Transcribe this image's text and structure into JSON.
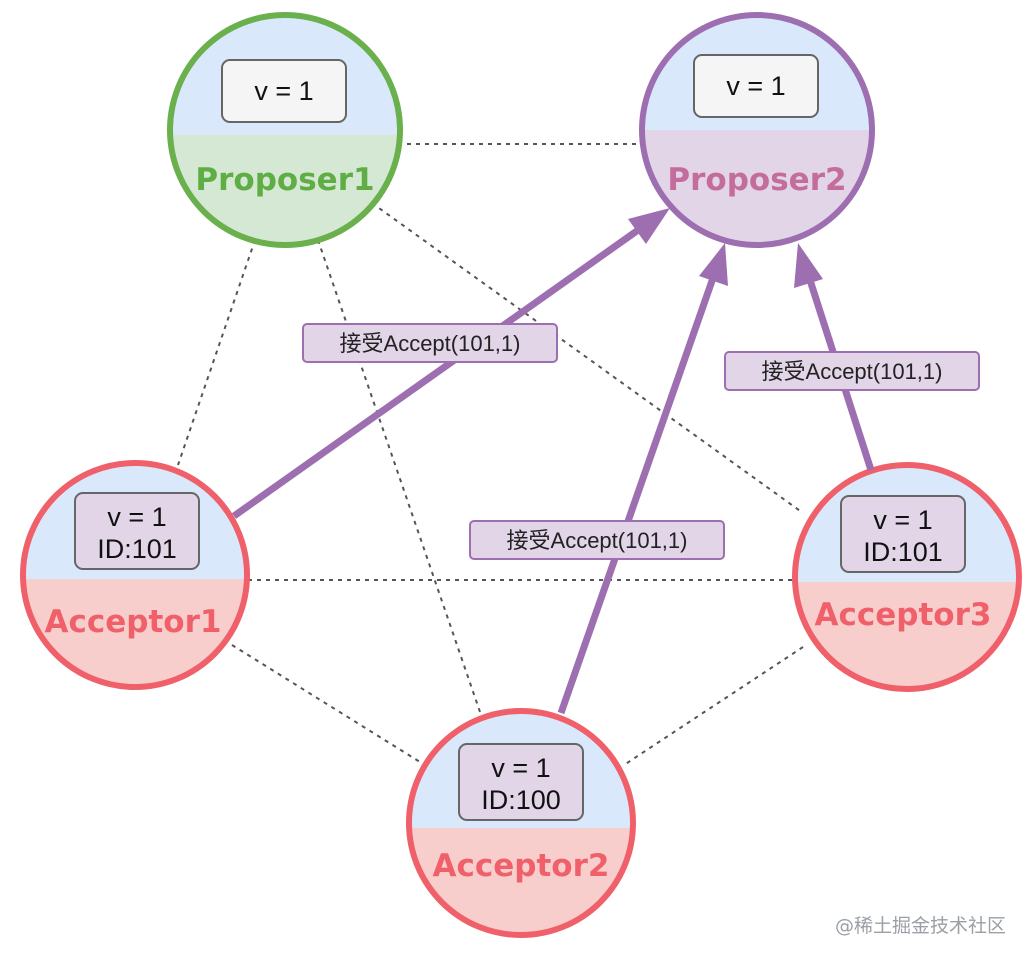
{
  "nodes": {
    "proposer1": {
      "title": "Proposer1",
      "value_line1": "v = 1",
      "value_line2": ""
    },
    "proposer2": {
      "title": "Proposer2",
      "value_line1": "v = 1",
      "value_line2": ""
    },
    "acceptor1": {
      "title": "Acceptor1",
      "value_line1": "v = 1",
      "value_line2": "ID:101"
    },
    "acceptor2": {
      "title": "Acceptor2",
      "value_line1": "v = 1",
      "value_line2": "ID:100"
    },
    "acceptor3": {
      "title": "Acceptor3",
      "value_line1": "v = 1",
      "value_line2": "ID:101"
    }
  },
  "edges": {
    "acceptor1_to_proposer2": "接受Accept(101,1)",
    "acceptor2_to_proposer2": "接受Accept(101,1)",
    "acceptor3_to_proposer2": "接受Accept(101,1)"
  },
  "colors": {
    "proposer1_stroke": "#6ab04c",
    "proposer1_fill": "#d5e8d4",
    "proposer1_text": "#5fae45",
    "proposer2_stroke": "#9d6fb0",
    "proposer2_fill": "#e1d5e7",
    "proposer2_text": "#c46d9c",
    "acceptor_stroke": "#f0606a",
    "acceptor_fill": "#f8cecc",
    "acceptor_text": "#f0606a",
    "top_fill": "#dae8fc",
    "arrow": "#9d6fb0"
  },
  "watermark": "@稀土掘金技术社区"
}
